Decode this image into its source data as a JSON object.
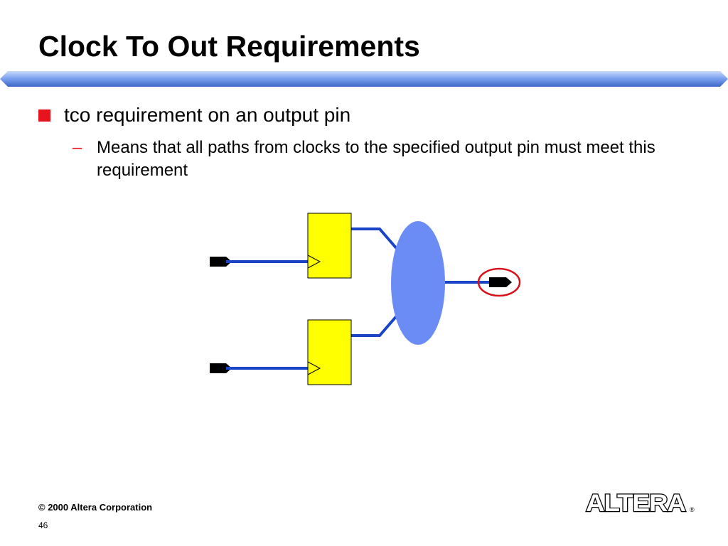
{
  "slide": {
    "title": "Clock To Out Requirements",
    "bullet": "tco requirement on an output pin",
    "sub_dash": "–",
    "sub_bullet": "Means that all paths from clocks to the specified output pin must meet this requirement"
  },
  "footer": {
    "copyright": "© 2000 Altera Corporation",
    "page_number": "46",
    "logo_text": "ALTERA",
    "registered_mark": "®"
  },
  "colors": {
    "bullet": "#e8141d",
    "wire": "#1a44c8",
    "register_fill": "#ffff00",
    "logic_cloud": "#6b8cf5",
    "highlight_circle": "#d8101c",
    "title_bar": "#7aa2ef"
  }
}
